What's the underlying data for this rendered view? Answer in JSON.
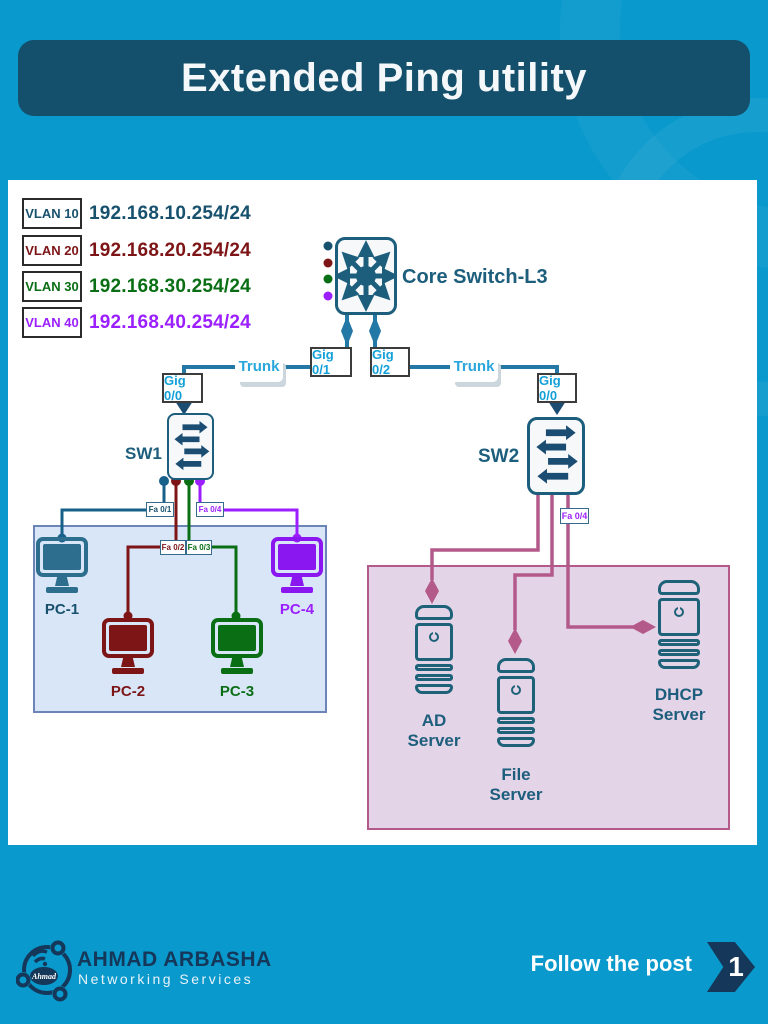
{
  "title": "Extended Ping utility",
  "colors": {
    "background": "#0999cc",
    "title_bar": "#14506b",
    "vlan10": "#17516d",
    "vlan20": "#7d1416",
    "vlan30": "#0a6e14",
    "vlan40": "#9b1fff",
    "trunk_line": "#2478a5",
    "server_link": "#b45a8b",
    "device_outline": "#1d5e7d"
  },
  "vlan_legend": [
    {
      "label": "VLAN 10",
      "ip": "192.168.10.254/24"
    },
    {
      "label": "VLAN 20",
      "ip": "192.168.20.254/24"
    },
    {
      "label": "VLAN 30",
      "ip": "192.168.30.254/24"
    },
    {
      "label": "VLAN 40",
      "ip": "192.168.40.254/24"
    }
  ],
  "core_switch": {
    "name": "Core Switch-L3",
    "port_left": "Gig 0/1",
    "port_right": "Gig 0/2"
  },
  "links": {
    "trunk_left": "Trunk",
    "trunk_right": "Trunk"
  },
  "switch1": {
    "name": "SW1",
    "uplink_port": "Gig 0/0",
    "ports": [
      "Fa 0/1",
      "Fa 0/2",
      "Fa 0/3",
      "Fa 0/4"
    ]
  },
  "switch2": {
    "name": "SW2",
    "uplink_port": "Gig 0/0",
    "port": "Fa 0/4"
  },
  "pcs": [
    {
      "name": "PC-1"
    },
    {
      "name": "PC-2"
    },
    {
      "name": "PC-3"
    },
    {
      "name": "PC-4"
    }
  ],
  "servers": [
    {
      "line1": "AD",
      "line2": "Server"
    },
    {
      "line1": "File",
      "line2": "Server"
    },
    {
      "line1": "DHCP",
      "line2": "Server"
    }
  ],
  "footer": {
    "logo_word": "Ahmad",
    "brand": "AHMAD ARBASHA",
    "tagline": "Networking Services",
    "follow": "Follow the post",
    "badge": "1"
  }
}
